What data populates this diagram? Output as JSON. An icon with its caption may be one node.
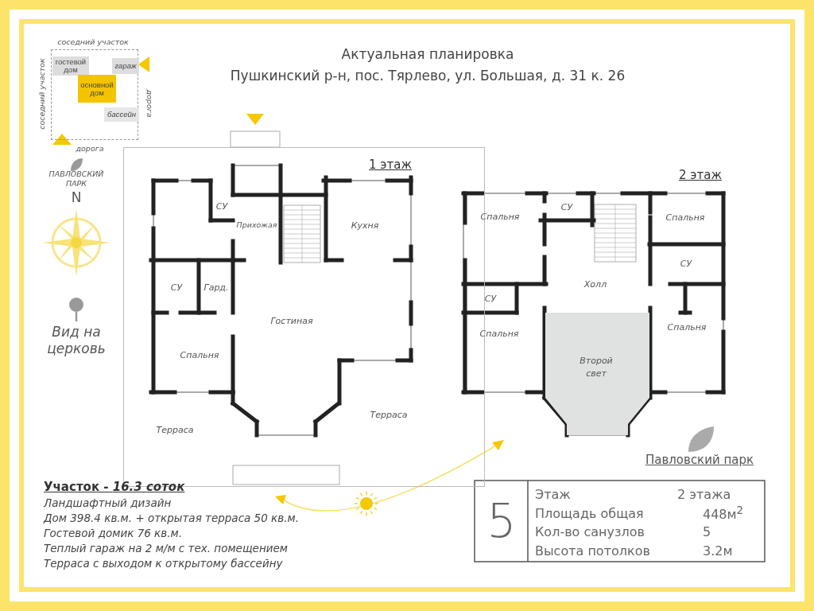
{
  "diagram": {
    "title": "Актуальная планировка",
    "nodes": [
      {
        "text": [],
        "shape": "box"
      },
      {
        "text": [
          "гостевой дом"
        ],
        "in": 0
      },
      {
        "text": [
          "гараж"
        ],
        "in": 0
      },
      {
        "text": [
          "основной дом"
        ],
        "in": 0
      },
      {
        "text": [
          "бассейн"
        ],
        "in": 0
      },
      {
        "text": [
          "1 этаж"
        ]
      },
      {
        "text": [
          "СУ"
        ],
        "in": 5
      },
      {
        "text": [
          "Прихожая"
        ],
        "in": 5
      },
      {
        "text": [
          "Кухня"
        ],
        "in": 5
      },
      {
        "text": [
          "СУ"
        ],
        "in": 5
      },
      {
        "text": [
          "Гард."
        ],
        "in": 5
      },
      {
        "text": [
          "Гостиная"
        ],
        "in": 5
      },
      {
        "text": [
          "Спальня"
        ],
        "in": 5
      },
      {
        "text": [
          "Терраса"
        ],
        "in": 5
      },
      {
        "text": [
          "Терраса"
        ],
        "in": 5
      },
      {
        "text": [
          "2 этаж"
        ]
      },
      {
        "text": [
          "Спальня"
        ],
        "in": 15
      },
      {
        "text": [
          "СУ"
        ],
        "in": 15
      },
      {
        "text": [
          "Спальня"
        ],
        "in": 15
      },
      {
        "text": [
          "СУ"
        ],
        "in": 15
      },
      {
        "text": [
          "Холл"
        ],
        "in": 15
      },
      {
        "text": [
          "СУ"
        ],
        "in": 15
      },
      {
        "text": [
          "Спальня"
        ],
        "in": 15
      },
      {
        "text": [
          "Спальня"
        ],
        "in": 15
      },
      {
        "text": [
          "Второй свет"
        ],
        "in": 15
      }
    ],
    "labels": [
      "соседний участок",
      "соседний участок",
      "дорога",
      "дорога",
      "Пушкинский р-н, пос. Тярлево, ул. Большая, д. 31 к. 26",
      "ПАВЛОВСКИЙ ПАРК",
      "N",
      "Вид на церковь",
      "Павловский парк",
      "Участок - *16.3 соток*",
      "Ландшафтный дизайн",
      "Дом 398.4 кв.м. + открытая терраса 50 кв.м.",
      "Гостевой домик 76 кв.м.",
      "Теплый гараж на 2 м/м с тех. помещением",
      "Терраса с выходом к открытому бассейну",
      "5",
      "Этаж",
      "2 этажа",
      "Площадь общая",
      "448м$^{2}$",
      "Кол-во санузлов",
      "5",
      "Высота потолков",
      "3.2м"
    ]
  }
}
